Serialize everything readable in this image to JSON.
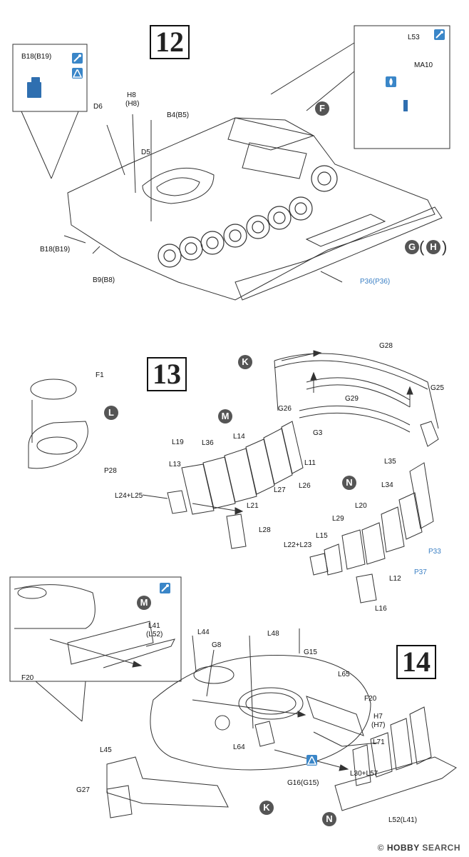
{
  "steps": {
    "s12": {
      "number": "12"
    },
    "s13": {
      "number": "13"
    },
    "s14": {
      "number": "14"
    }
  },
  "bubbles": {
    "F": "F",
    "G": "G",
    "H": "H",
    "K1": "K",
    "L": "L",
    "M1": "M",
    "N1": "N",
    "M2": "M",
    "K2": "K",
    "N2": "N"
  },
  "labels": {
    "L53": "L53",
    "MA10": "MA10",
    "B18B19_top": "B18(B19)",
    "H8": "H8",
    "H8p": "(H8)",
    "D6": "D6",
    "B4B5": "B4(B5)",
    "D5": "D5",
    "B18B19_bot": "B18(B19)",
    "B9B8": "B9(B8)",
    "P36": "P36(P36)",
    "F1": "F1",
    "P28": "P28",
    "G28": "G28",
    "G25": "G25",
    "G29": "G29",
    "G26": "G26",
    "G3": "G3",
    "L19": "L19",
    "L36": "L36",
    "L14": "L14",
    "L11": "L11",
    "L13": "L13",
    "L27": "L27",
    "L26": "L26",
    "L24L25": "L24+L25",
    "L21": "L21",
    "L28": "L28",
    "L35": "L35",
    "L34": "L34",
    "L20": "L20",
    "L29": "L29",
    "L15": "L15",
    "L22L23": "L22+L23",
    "P33": "P33",
    "P37": "P37",
    "L12": "L12",
    "L16": "L16",
    "L41": "L41",
    "L52p": "(L52)",
    "F20a": "F20",
    "L44": "L44",
    "L48": "L48",
    "G8": "G8",
    "G15": "G15",
    "L65": "L65",
    "F20b": "F20",
    "H7": "H7",
    "H7p": "(H7)",
    "L45": "L45",
    "L64": "L64",
    "L71": "L71",
    "L30L57": "L30+L57",
    "G16G15": "G16(G15)",
    "G27": "G27",
    "L52L41": "L52(L41)"
  },
  "icons": {
    "paint": "paint-brush-icon",
    "glue": "glue-drop-icon",
    "cement": "cement-bottle-icon"
  },
  "watermark": {
    "brand": "HOBBY",
    "rest": " SEARCH",
    "symbol": "©"
  },
  "colors": {
    "accent_blue": "#3a86c8",
    "bubble_gray": "#555555",
    "line": "#333333"
  }
}
